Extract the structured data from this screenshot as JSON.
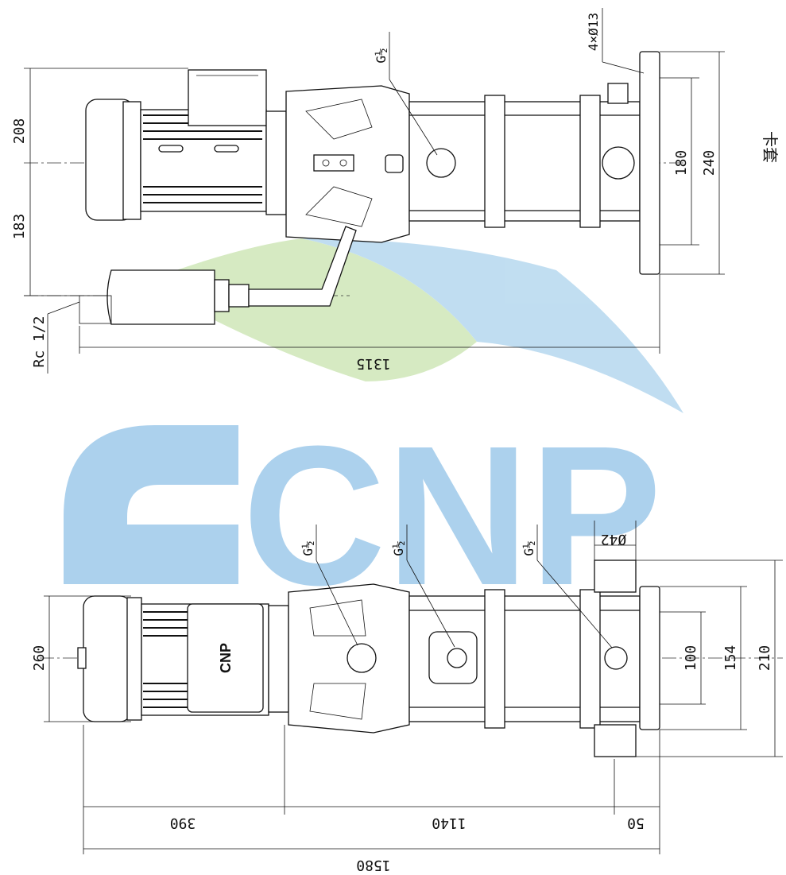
{
  "watermark": {
    "brand_text": "CNP",
    "color_blue": "#9ec9ea",
    "color_green": "#cfe7b8"
  },
  "top_view": {
    "dim_height_upper": "208",
    "dim_height_lower": "183",
    "dim_total_length": "1315",
    "dim_flange_inner": "180",
    "dim_flange_outer": "240",
    "thread_label": "Rc 1/2",
    "bolt_holes_label": "4×Ø13",
    "port_label": "G½",
    "side_note": "卡套"
  },
  "bottom_view": {
    "dim_motor_width": "260",
    "dim_flange_100": "100",
    "dim_flange_154": "154",
    "dim_flange_210": "210",
    "dim_pipe_dia": "Ø42",
    "dim_motor_len": "390",
    "dim_pump_len": "1140",
    "dim_end_len": "50",
    "dim_overall_len": "1580",
    "port_label_1": "G½",
    "port_label_2": "G½",
    "port_label_3": "G½",
    "nameplate_text": "CNP"
  }
}
